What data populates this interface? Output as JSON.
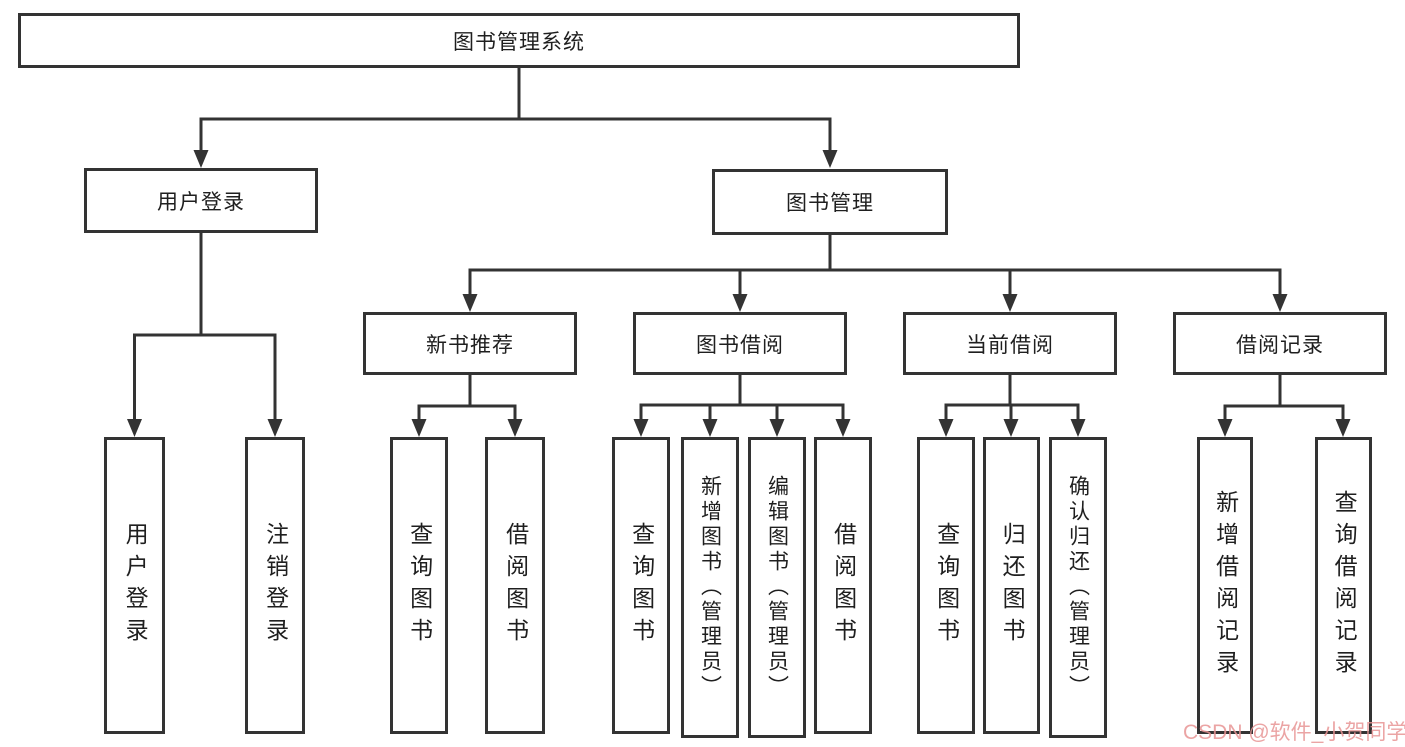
{
  "diagram": {
    "root": {
      "label": "图书管理系统"
    },
    "level2": [
      {
        "label": "用户登录"
      },
      {
        "label": "图书管理"
      }
    ],
    "level3": [
      {
        "label": "新书推荐"
      },
      {
        "label": "图书借阅"
      },
      {
        "label": "当前借阅"
      },
      {
        "label": "借阅记录"
      }
    ],
    "leaves": {
      "user_login": [
        {
          "label": "用户登录"
        },
        {
          "label": "注销登录"
        }
      ],
      "new_book_recommend": [
        {
          "label": "查询图书"
        },
        {
          "label": "借阅图书"
        }
      ],
      "book_borrowing": [
        {
          "label": "查询图书"
        },
        {
          "label": "新增图书（管理员）"
        },
        {
          "label": "编辑图书（管理员）"
        },
        {
          "label": "借阅图书"
        }
      ],
      "current_borrowing": [
        {
          "label": "查询图书"
        },
        {
          "label": "归还图书"
        },
        {
          "label": "确认归还（管理员）"
        }
      ],
      "borrowing_records": [
        {
          "label": "新增借阅记录"
        },
        {
          "label": "查询借阅记录"
        }
      ]
    }
  },
  "watermark": {
    "text": "CSDN @软件_小贺同学"
  },
  "colors": {
    "line": "#333333",
    "box_background": "#ffffff",
    "text": "#1f1f1f",
    "watermark": "#e89494"
  }
}
